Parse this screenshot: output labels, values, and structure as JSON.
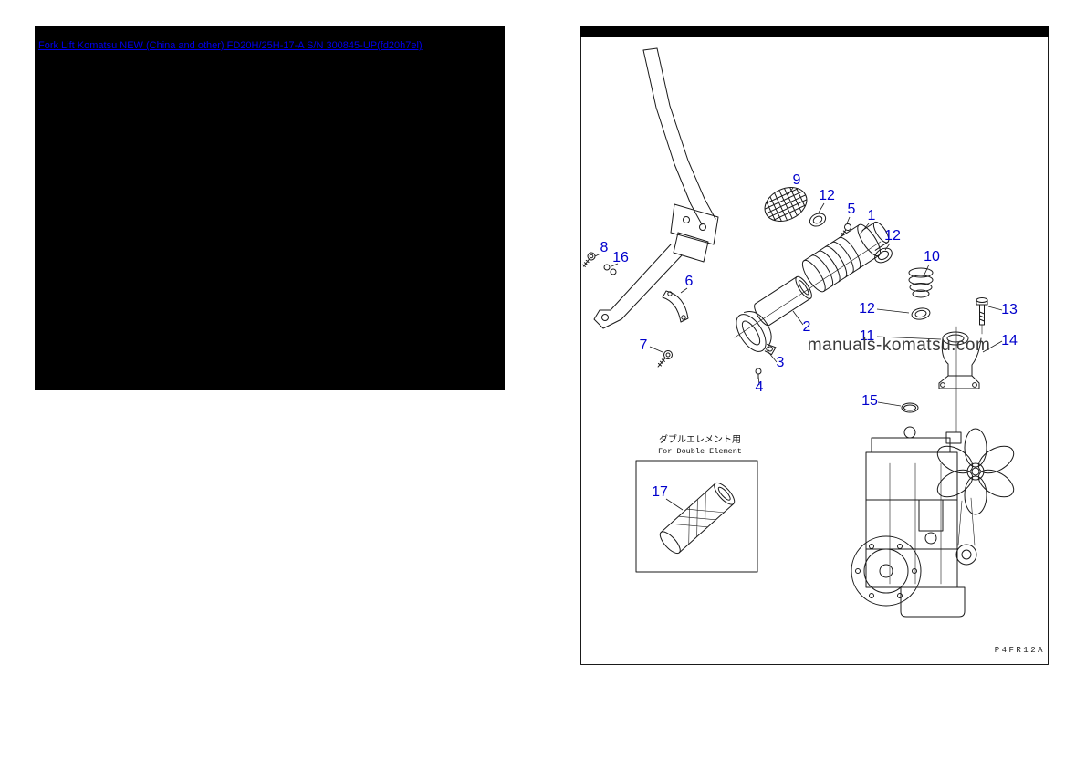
{
  "window": {
    "background": "#ffffff"
  },
  "preview": {
    "link_text": "Fork Lift Komatsu NEW (China and other) FD20H/25H-17-A S/N 300845-UP(fd20h7el)",
    "link_color": "#0000ee",
    "panel_background": "#000000"
  },
  "diagram": {
    "watermark": "manuals-komatsu.com",
    "page_code": "P4FR12A",
    "double_element_label_jp": "ダブルエレメント用",
    "double_element_label_en": "For Double Element",
    "callout_color": "#0000cc",
    "callouts": [
      {
        "part": "9",
        "label": "9"
      },
      {
        "part": "12",
        "label": "12"
      },
      {
        "part": "5",
        "label": "5"
      },
      {
        "part": "1",
        "label": "1"
      },
      {
        "part": "12",
        "label": "12"
      },
      {
        "part": "10",
        "label": "10"
      },
      {
        "part": "8",
        "label": "8"
      },
      {
        "part": "16",
        "label": "16"
      },
      {
        "part": "6",
        "label": "6"
      },
      {
        "part": "2",
        "label": "2"
      },
      {
        "part": "12",
        "label": "12"
      },
      {
        "part": "11",
        "label": "11"
      },
      {
        "part": "13",
        "label": "13"
      },
      {
        "part": "14",
        "label": "14"
      },
      {
        "part": "7",
        "label": "7"
      },
      {
        "part": "3",
        "label": "3"
      },
      {
        "part": "4",
        "label": "4"
      },
      {
        "part": "15",
        "label": "15"
      },
      {
        "part": "17",
        "label": "17"
      }
    ]
  }
}
